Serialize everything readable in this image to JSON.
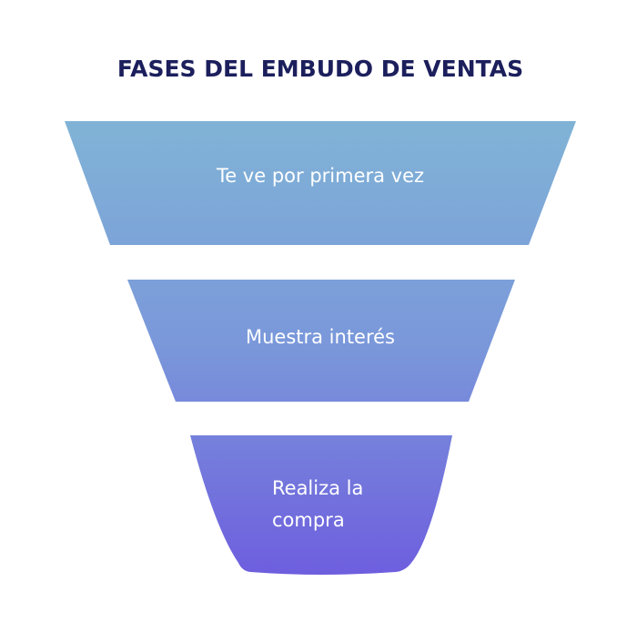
{
  "title": "FASES DEL EMBUDO DE VENTAS",
  "stages": [
    {
      "label": "Te ve por primera vez"
    },
    {
      "label": "Muestra interés"
    },
    {
      "label_line1": "Realiza la",
      "label_line2": "compra"
    }
  ],
  "colors": {
    "title": "#1c1f5c",
    "gradient_top": "#80b3d6",
    "gradient_mid": "#7a97da",
    "gradient_bottom": "#6e5ede"
  }
}
